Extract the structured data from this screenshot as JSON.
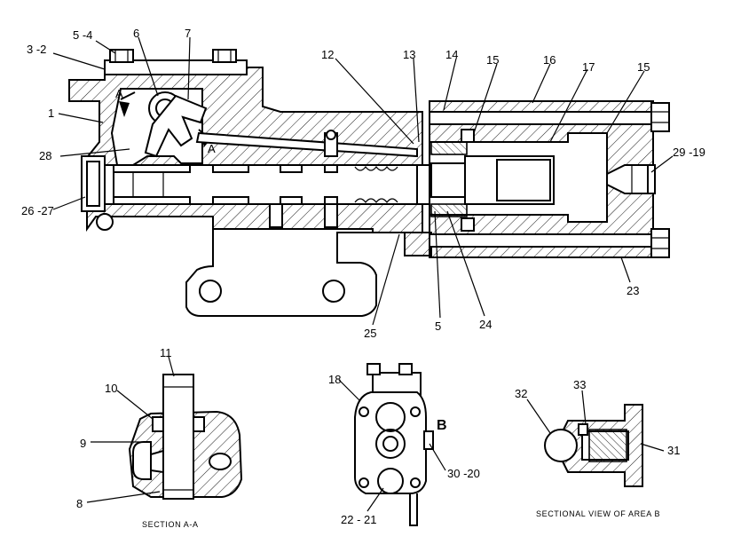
{
  "callouts": {
    "c1": "1",
    "c3_2": "3 -2",
    "c5_4": "5 -4",
    "c6": "6",
    "c7": "7",
    "c12": "12",
    "c13": "13",
    "c14": "14",
    "c15a": "15",
    "c16": "16",
    "c17": "17",
    "c15b": "15",
    "c28": "28",
    "c26_27": "26 -27",
    "c29_19": "29 -19",
    "c23": "23",
    "c25": "25",
    "c5": "5",
    "c24": "24",
    "c11": "11",
    "c10": "10",
    "c9": "9",
    "c8": "8",
    "c18": "18",
    "c30_20": "30 -20",
    "c22_21": "22 - 21",
    "c32": "32",
    "c33": "33",
    "c31": "31"
  },
  "markers": {
    "section_a_left": "A",
    "section_a_right": "A",
    "area_b": "B"
  },
  "captions": {
    "section_aa": "SECTION  A-A",
    "sectional_b": "SECTIONAL  VIEW  OF  AREA  B"
  }
}
